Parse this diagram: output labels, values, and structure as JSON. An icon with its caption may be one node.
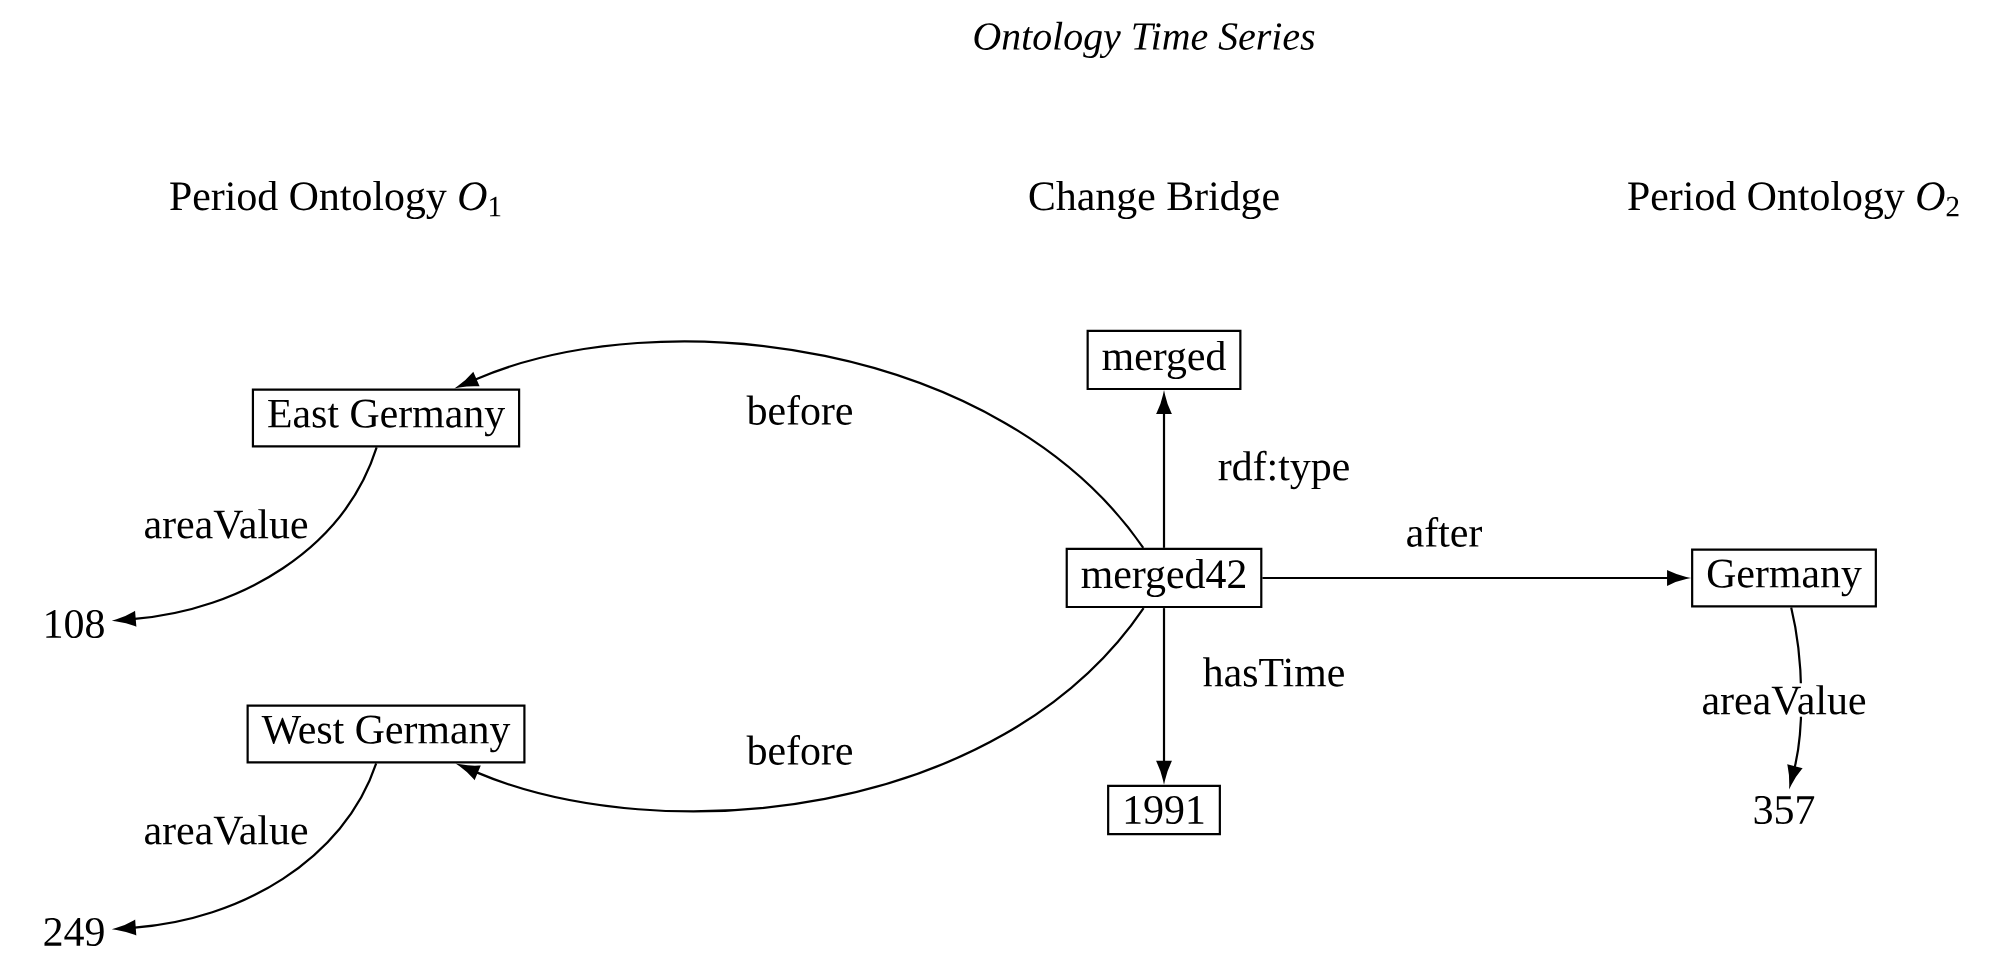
{
  "diagram": {
    "title": "Ontology Time Series",
    "nodes": [
      {
        "text": [
          "East Germany"
        ]
      },
      {
        "text": [
          "merged"
        ]
      },
      {
        "text": [
          "108"
        ]
      },
      {
        "text": [
          "merged42"
        ]
      },
      {
        "text": [
          "Germany"
        ]
      },
      {
        "text": [
          "West Germany"
        ]
      },
      {
        "text": [
          "1991"
        ]
      },
      {
        "text": [
          "357"
        ]
      },
      {
        "text": [
          "249"
        ]
      }
    ],
    "edges": [
      {
        "from": 3,
        "to": 0,
        "arrow": "to",
        "label": "before"
      },
      {
        "from": 3,
        "to": 1,
        "arrow": "to",
        "label": "rdf:type"
      },
      {
        "from": 3,
        "to": 4,
        "arrow": "to",
        "label": "after"
      },
      {
        "from": 0,
        "to": 2,
        "arrow": "to",
        "label": "areaValue"
      },
      {
        "from": 3,
        "to": 6,
        "arrow": "to",
        "label": "hasTime"
      },
      {
        "from": 3,
        "to": 5,
        "arrow": "to",
        "label": "before"
      },
      {
        "from": 4,
        "to": 7,
        "arrow": "to",
        "label": "areaValue"
      },
      {
        "from": 5,
        "to": 8,
        "arrow": "to",
        "label": "areaValue"
      }
    ],
    "labels": [
      "Period Ontology *O*$_{1}$",
      "Change Bridge",
      "Period Ontology *O*$_{2}$"
    ]
  }
}
